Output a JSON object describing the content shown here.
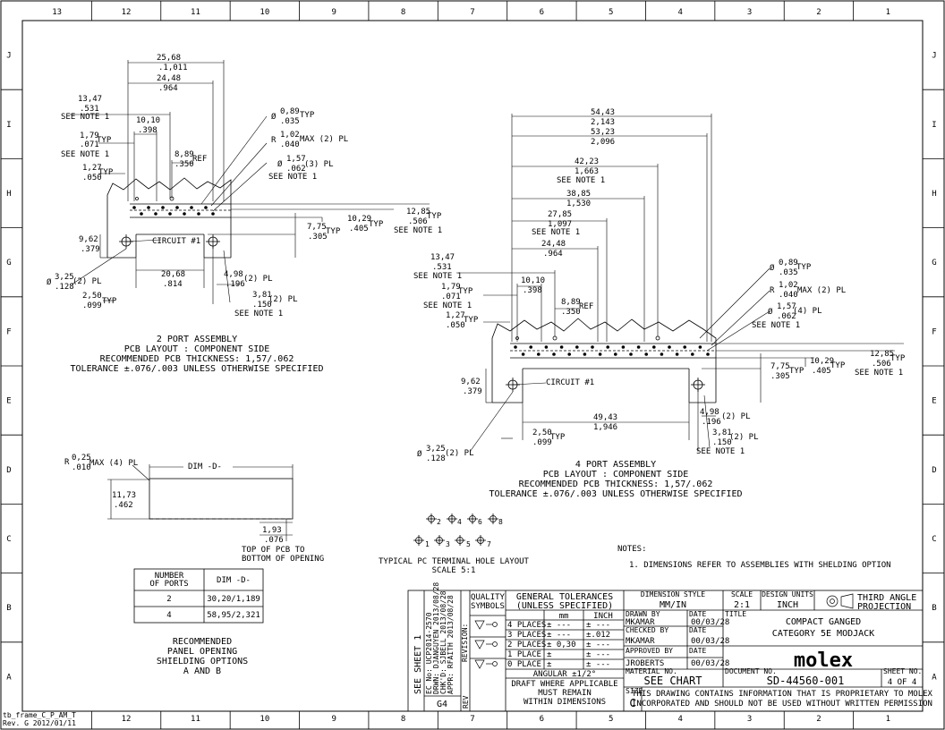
{
  "border": {
    "cols_top": [
      "13",
      "12",
      "11",
      "10",
      "9",
      "8",
      "7",
      "6",
      "5",
      "4",
      "3",
      "2",
      "1"
    ],
    "cols_bottom": [
      "12",
      "11",
      "10",
      "9",
      "8",
      "7",
      "6",
      "5",
      "4",
      "3",
      "2",
      "1"
    ],
    "rows": [
      "J",
      "I",
      "H",
      "G",
      "F",
      "E",
      "D",
      "C",
      "B",
      "A"
    ],
    "frame_note1": "tb_frame_C_P_AM_T",
    "frame_note2": "Rev. G 2012/01/11"
  },
  "two_port": {
    "dims": {
      "d1": "25,68",
      "d1b": ".1,011",
      "d2": "24,48",
      "d2b": ".964",
      "d3": "13,47",
      "d3b": ".531",
      "d3n": "SEE NOTE 1",
      "d4": "10,10",
      "d4b": ".398",
      "d5": "1,79",
      "d5b": ".071",
      "d5t": "TYP",
      "d5n": "SEE NOTE 1",
      "d6": "1,27",
      "d6b": ".050",
      "d6t": "TYP",
      "d7": "8,89",
      "d7b": ".350",
      "d7t": "REF",
      "d8": "0,89",
      "d8b": ".035",
      "d8t": "TYP",
      "d8p": "Ø",
      "d9": "1,02",
      "d9b": ".040",
      "d9t": "MAX (2) PL",
      "d9p": "R",
      "d10": "1,57",
      "d10b": ".062",
      "d10t": "(3) PL",
      "d10p": "Ø",
      "d10n": "SEE NOTE 1",
      "d11": "12,85",
      "d11b": ".506",
      "d11t": "TYP",
      "d11n": "SEE NOTE 1",
      "d12": "10,29",
      "d12b": ".405",
      "d12t": "TYP",
      "d13": "7,75",
      "d13b": ".305",
      "d13t": "TYP",
      "d14": "9,62",
      "d14b": ".379",
      "d15": "3,25",
      "d15b": ".128",
      "d15t": "(2) PL",
      "d15p": "Ø",
      "d16": "20,68",
      "d16b": ".814",
      "d17": "4,98",
      "d17b": ".196",
      "d17t": "(2) PL",
      "d18": "3,81",
      "d18b": ".150",
      "d18t": "(2) PL",
      "d18n": "SEE NOTE 1",
      "d19": "2,50",
      "d19b": ".099",
      "d19t": "TYP",
      "circuit": "CIRCUIT #1"
    },
    "caption": [
      "2 PORT ASSEMBLY",
      "PCB LAYOUT : COMPONENT SIDE",
      "RECOMMENDED PCB THICKNESS: 1,57/.062",
      "TOLERANCE ±.076/.003 UNLESS OTHERWISE SPECIFIED"
    ]
  },
  "four_port": {
    "dims": {
      "a1": "54,43",
      "a1b": "2,143",
      "a2": "53,23",
      "a2b": "2,096",
      "a3": "42,23",
      "a3b": "1,663",
      "a3n": "SEE NOTE 1",
      "a4": "38,85",
      "a4b": "1,530",
      "a5": "27,85",
      "a5b": "1,097",
      "a5n": "SEE NOTE 1",
      "a6": "24,48",
      "a6b": ".964",
      "a7": "13,47",
      "a7b": ".531",
      "a7n": "SEE NOTE 1",
      "a8": "10,10",
      "a8b": ".398",
      "a9": "1,79",
      "a9b": ".071",
      "a9t": "TYP",
      "a9n": "SEE NOTE 1",
      "a10": "1,27",
      "a10b": ".050",
      "a10t": "TYP",
      "a11": "8,89",
      "a11b": ".350",
      "a11t": "REF",
      "a12": "0,89",
      "a12b": ".035",
      "a12t": "TYP",
      "a12p": "Ø",
      "a13": "1,02",
      "a13b": ".040",
      "a13t": "MAX (2) PL",
      "a13p": "R",
      "a14": "1,57",
      "a14b": ".062",
      "a14t": "(4) PL",
      "a14p": "Ø",
      "a14n": "SEE NOTE 1",
      "a15": "12,85",
      "a15b": ".506",
      "a15t": "TYP",
      "a15n": "SEE NOTE 1",
      "a16": "10,29",
      "a16b": ".405",
      "a16t": "TYP",
      "a17": "7,75",
      "a17b": ".305",
      "a17t": "TYP",
      "a18": "9,62",
      "a18b": ".379",
      "a19": "49,43",
      "a19b": "1,946",
      "a20": "4,98",
      "a20b": ".196",
      "a20t": "(2) PL",
      "a21": "3,81",
      "a21b": ".150",
      "a21t": "(2) PL",
      "a21n": "SEE NOTE 1",
      "a22": "2,50",
      "a22b": ".099",
      "a22t": "TYP",
      "a23": "3,25",
      "a23b": ".128",
      "a23t": "(2) PL",
      "a23p": "Ø",
      "circuit": "CIRCUIT #1"
    },
    "caption": [
      "4 PORT ASSEMBLY",
      "PCB LAYOUT : COMPONENT SIDE",
      "RECOMMENDED PCB THICKNESS: 1,57/.062",
      "TOLERANCE ±.076/.003 UNLESS OTHERWISE SPECIFIED"
    ]
  },
  "panel": {
    "r": "0,25",
    "rb": ".010",
    "rt": "MAX (4) PL",
    "rp": "R",
    "dim": "DIM -D-",
    "h": "11,73",
    "hb": ".462",
    "t": "1,93",
    "tb": ".076",
    "note": [
      "TOP OF PCB TO",
      "BOTTOM OF OPENING"
    ],
    "table_head1": [
      "NUMBER",
      "OF PORTS"
    ],
    "table_head2": "DIM -D-",
    "rows": [
      {
        "ports": "2",
        "dim": "30,20/1,189"
      },
      {
        "ports": "4",
        "dim": "58,95/2,321"
      }
    ],
    "caption": [
      "RECOMMENDED",
      "PANEL OPENING",
      "SHIELDING OPTIONS",
      "A AND B"
    ]
  },
  "hole_layout": {
    "top_labels": [
      "2",
      "4",
      "6",
      "8"
    ],
    "bottom_labels": [
      "1",
      "3",
      "5",
      "7"
    ],
    "caption": [
      "TYPICAL PC TERMINAL HOLE LAYOUT",
      "SCALE 5:1"
    ]
  },
  "notes": {
    "title": "NOTES:",
    "items": [
      "1. DIMENSIONS REFER TO ASSEMBLIES WITH SHELDING OPTION"
    ]
  },
  "title_block": {
    "see_sheet": "SEE SHEET 1",
    "rev_block": [
      "EC No: UCP2014-2570",
      "DRWN: DJANGUYEN  2013/08/28",
      "CHK'D: SJBELL  2013/08/28",
      "APPR: RFAITH  2013/08/28"
    ],
    "rev_label": "REVISION:",
    "g4": "G4",
    "rev": "REV",
    "quality": [
      "QUALITY",
      "SYMBOLS"
    ],
    "gen_tol": [
      "GENERAL TOLERANCES",
      "(UNLESS SPECIFIED)"
    ],
    "tol_cols": [
      "mm",
      "INCH"
    ],
    "tol_rows": [
      {
        "label": "4 PLACES",
        "mm": "± ---",
        "inch": "± ---"
      },
      {
        "label": "3 PLACES",
        "mm": "± ---",
        "inch": "±.012"
      },
      {
        "label": "2 PLACES",
        "mm": "± 0,30",
        "inch": "± ---"
      },
      {
        "label": "1 PLACE",
        "mm": "± ",
        "inch": "± ---"
      },
      {
        "label": "0 PLACE",
        "mm": "± ",
        "inch": "± ---"
      }
    ],
    "angular": "ANGULAR ±1/2°",
    "draft": [
      "DRAFT WHERE APPLICABLE",
      "MUST REMAIN",
      "WITHIN DIMENSIONS"
    ],
    "dim_style_label": "DIMENSION STYLE",
    "dim_style": "MM/IN",
    "scale_label": "SCALE",
    "scale": "2:1",
    "units_label": "DESIGN UNITS",
    "units": "INCH",
    "projection": [
      "THIRD ANGLE",
      "PROJECTION"
    ],
    "drawn_by_label": "DRAWN BY",
    "date_label": "DATE",
    "drawn_by": "MKAMAR",
    "drawn_date": "00/03/28",
    "checked_label": "CHECKED BY",
    "checked_by": "MKAMAR",
    "checked_date": "00/03/28",
    "approved_label": "APPROVED BY",
    "approved_by": "JROBERTS",
    "approved_date": "00/03/28",
    "material_label": "MATERIAL NO.",
    "material": "SEE CHART",
    "title_label": "TITLE",
    "title": [
      "COMPACT GANGED",
      "CATEGORY 5E MODJACK"
    ],
    "brand": "molex",
    "doc_label": "DOCUMENT NO.",
    "doc_no": "SD-44560-001",
    "sheet_label": "SHEET NO.",
    "sheet": "4 OF 4",
    "size_label": "SIZE",
    "size": "C",
    "proprietary": [
      "THIS DRAWING CONTAINS INFORMATION THAT IS PROPRIETARY TO MOLEX",
      "INCORPORATED AND SHOULD NOT BE USED WITHOUT WRITTEN PERMISSION"
    ]
  }
}
